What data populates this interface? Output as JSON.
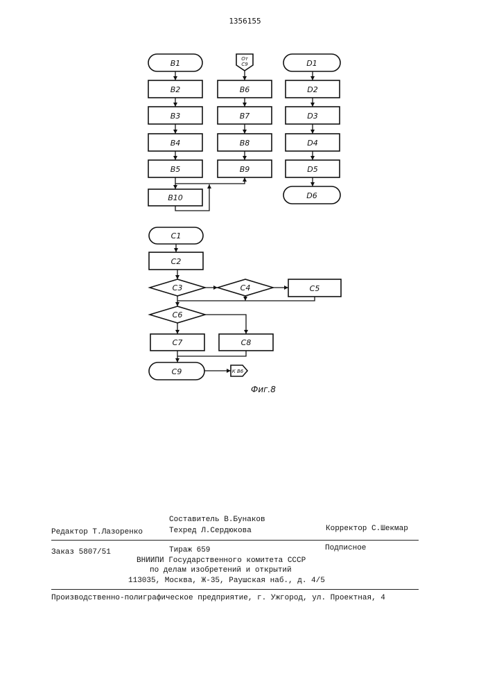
{
  "patent_number": "1356155",
  "figure_caption": "Фиг.8",
  "blocks": {
    "B1": "B1",
    "B2": "B2",
    "B3": "B3",
    "B4": "B4",
    "B5": "B5",
    "B6": "B6",
    "B7": "B7",
    "B8": "B8",
    "B9": "B9",
    "B10": "B10",
    "D1": "D1",
    "D2": "D2",
    "D3": "D3",
    "D4": "D4",
    "D5": "D5",
    "D6": "D6",
    "C1": "C1",
    "C2": "C2",
    "C3": "C3",
    "C4": "C4",
    "C5": "C5",
    "C6": "C6",
    "C7": "C7",
    "C8": "C8",
    "C9": "C9"
  },
  "connectors": {
    "from_c9_line1": "От",
    "from_c9_line2": "C9",
    "to_b6": "К B6"
  },
  "colophon": {
    "compiler": "Составитель В.Бунаков",
    "editor": "Редактор Т.Лазоренко",
    "tech_editor": "Техред Л.Сердюкова",
    "proofreader": "Корректор С.Шекмар",
    "order": "Заказ 5807/51",
    "circulation": "Тираж 659",
    "subscription": "Подписное",
    "institute_line1": "ВНИИПИ Государственного комитета СССР",
    "institute_line2": "по делам изобретений и открытий",
    "institute_address": "113035, Москва, Ж-35, Раушская наб., д. 4/5",
    "printer": "Производственно-полиграфическое предприятие, г. Ужгород, ул. Проектная, 4"
  }
}
